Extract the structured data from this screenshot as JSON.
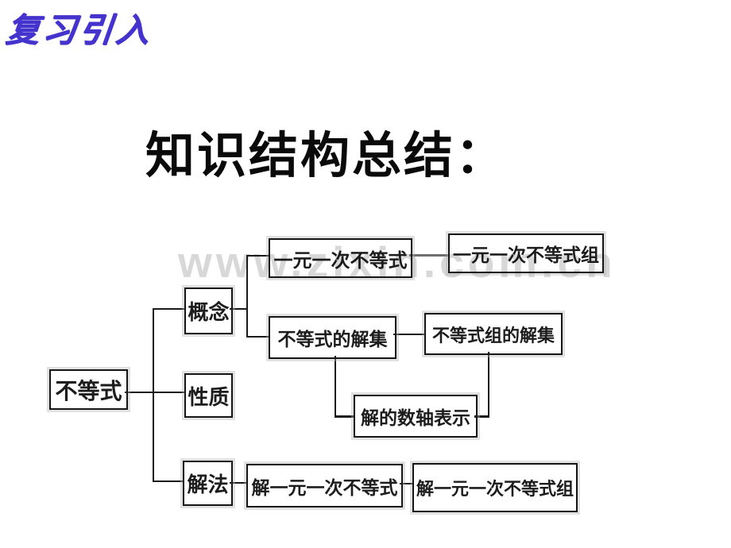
{
  "header": {
    "corner_label": "复习引入",
    "title": "知识结构总结："
  },
  "watermark": "www.zixin.com.cn",
  "colors": {
    "corner_label_blue": "#4433cc",
    "box_border": "#161616",
    "connector": "#1a1a1a",
    "watermark_gray": "#cbcbcb",
    "background": "#ffffff"
  },
  "diagram": {
    "root": {
      "label": "不等式"
    },
    "level1": [
      {
        "label": "概念"
      },
      {
        "label": "性质"
      },
      {
        "label": "解法"
      }
    ],
    "nodes": {
      "linear_inequality": "一元一次不等式",
      "linear_inequality_system": "一元一次不等式组",
      "inequality_solution_set": "不等式的解集",
      "inequality_system_solution_set": "不等式组的解集",
      "number_line_representation": "解的数轴表示",
      "solve_linear_inequality": "解一元一次不等式",
      "solve_linear_inequality_system": "解一元一次不等式组"
    }
  }
}
